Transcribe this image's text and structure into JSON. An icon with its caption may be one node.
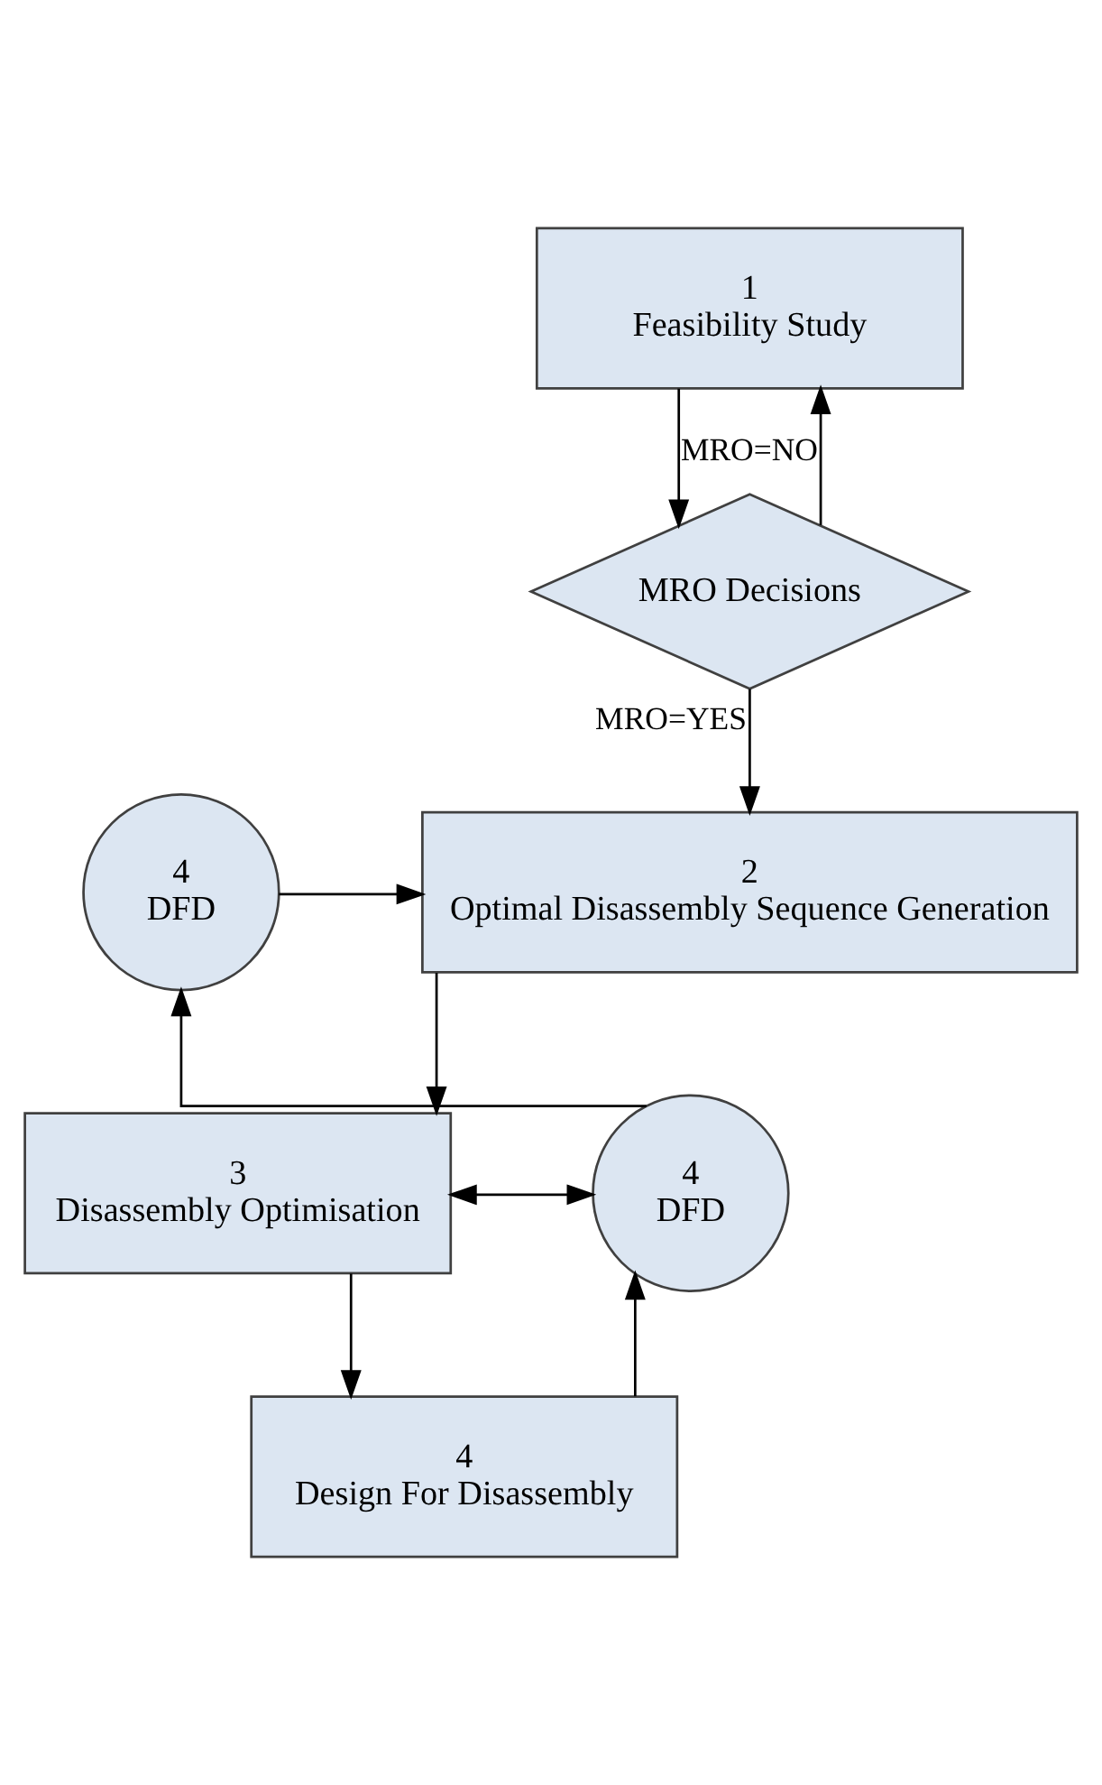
{
  "diagram": {
    "nodes": [
      {
        "text": [
          "1",
          "Feasibility Study"
        ]
      },
      {
        "text": [
          "MRO Decisions"
        ]
      },
      {
        "text": [
          "2",
          "Optimal Disassembly Sequence Generation"
        ]
      },
      {
        "text": [
          "3",
          "Disassembly Optimisation"
        ]
      },
      {
        "text": [
          "4",
          "Design For Disassembly"
        ]
      },
      {
        "text": [
          "4",
          "DFD"
        ]
      },
      {
        "text": [
          "4",
          "DFD"
        ]
      }
    ],
    "edges": [
      {
        "from": 0,
        "to": 1,
        "arrow": "to"
      },
      {
        "from": 1,
        "to": 0,
        "arrow": "to",
        "label": "MRO=NO"
      },
      {
        "from": 1,
        "to": 2,
        "arrow": "to",
        "label": "MRO=YES"
      },
      {
        "from": 5,
        "to": 2,
        "arrow": "to"
      },
      {
        "from": 2,
        "to": 3,
        "arrow": "to"
      },
      {
        "from": 3,
        "to": 6,
        "arrow": "both"
      },
      {
        "from": 6,
        "to": 5,
        "arrow": "to"
      },
      {
        "from": 3,
        "to": 4,
        "arrow": "to"
      },
      {
        "from": 4,
        "to": 6,
        "arrow": "to"
      }
    ]
  }
}
